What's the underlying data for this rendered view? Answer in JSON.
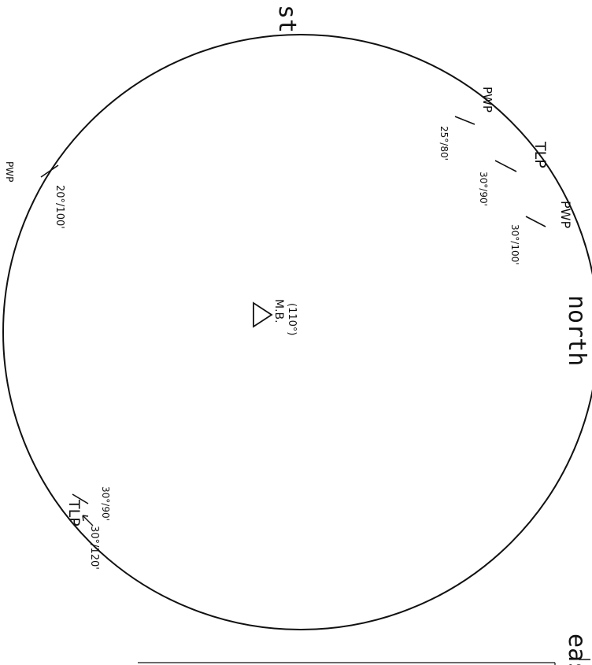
{
  "directions": {
    "top": "st",
    "right": "north",
    "bottom": "east"
  },
  "landmark": {
    "label": "M.B.",
    "note": "(110°)"
  },
  "markers": [
    {
      "name": "PWP",
      "reading": "25°/80'"
    },
    {
      "name": "TLP",
      "reading": "30°/90'"
    },
    {
      "name": "PWP",
      "reading": "30°/100'"
    },
    {
      "name": "PWP",
      "reading": "20°/100'"
    },
    {
      "name": "TLP",
      "reading": "30°/90'"
    },
    {
      "name": "",
      "reading": "30°/120'"
    }
  ],
  "ink_color": "#111111"
}
